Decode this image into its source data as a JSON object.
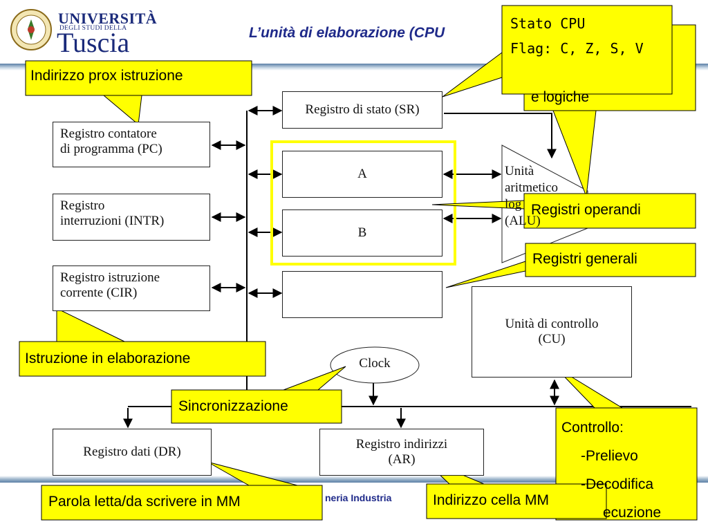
{
  "header": {
    "title": "L’unità di elaborazione (CPU",
    "logo": {
      "line1": "UNIVERSITÀ",
      "line2": "DEGLI STUDI DELLA",
      "line3": "Tuscia"
    }
  },
  "footer": {
    "text": "neria Industria"
  },
  "registers": {
    "sr": "Registro di stato (SR)",
    "a": "A",
    "b": "B",
    "empty": "",
    "pc_line1": "Registro contatore",
    "pc_line2": "di programma (PC)",
    "intr_line1": "Registro",
    "intr_line2": "interruzioni (INTR)",
    "cir_line1": "Registro istruzione",
    "cir_line2": "corrente (CIR)",
    "alu_line1": "Unità",
    "alu_line2": "aritmetico",
    "alu_line3": "log",
    "alu_line4": "(ALU)",
    "cu_line1": "Unità di controllo",
    "cu_line2": "(CU)",
    "clock": "Clock",
    "dr": "Registro dati (DR)",
    "ar_line1": "Registro indirizzi",
    "ar_line2": "(AR)"
  },
  "callouts": {
    "pc": "Indirizzo prox istruzione",
    "sr_line1": "Stato CPU",
    "sr_line2": "Flag: C, Z, S, V",
    "alu_partial": "e logiche",
    "operandi": "Registri operandi",
    "generali": "Registri generali",
    "cir": "Istruzione in elaborazione",
    "sync": "Sincronizzazione",
    "cu_line1": "Controllo:",
    "cu_line2": "-Prelievo",
    "cu_line3": "-Decodifica",
    "cu_line4": "ecuzione",
    "dr": "Parola letta/da scrivere in MM",
    "ar": "Indirizzo cella MM"
  },
  "colors": {
    "callout_fill": "#ffff00",
    "highlight_border": "#ffff00",
    "title_color": "#1f2a8a",
    "bar_color": "#5b7fa6"
  }
}
